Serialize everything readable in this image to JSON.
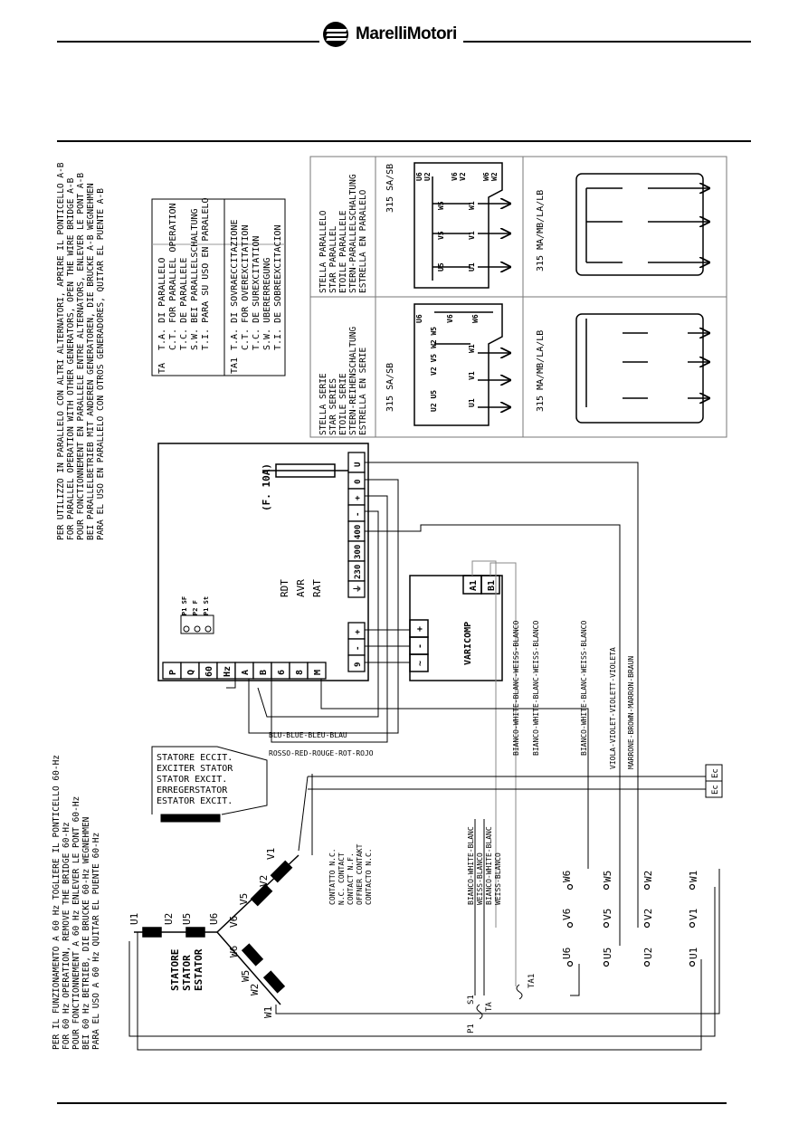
{
  "header": {
    "brand": "MarelliMotori"
  },
  "notes": {
    "parallel_note": [
      "PER UTILIZZO IN PARALLELO CON ALTRI ALTERNATORI, APRIRE IL PONTICELLO A-B",
      "FOR PARALLEL OPERATION WITH OTHER GENERATORS, OPEN THE WIRE BRIDGE A-B",
      "POUR FONCTIONNEMENT EN PARALLELE ENTRE ALTERNATORS, ENLEVER LE PONT A-B",
      "BEI PARALLELBETRIEB MIT ANDEREN GENERATOREN, DIE BRUCKE A-B WEGNEHMEN",
      "PARA EL USO EN PARALLELO CON OTROS GENERADORES, QUITAR EL PUENTE A-B"
    ],
    "hz60_note": [
      "PER IL FUNZIONAMENTO A 60 Hz TOGLIERE IL PONTICELLO 60-Hz",
      "FOR 60 Hz OPERATION, REMOVE THE BRIDGE 60-Hz",
      "POUR FONCTIONNEMENT A 60 Hz ENLEVER LE PONT 60-Hz",
      "BEI 60 Hz BETRIEB, DIE BRUCKE 60-Hz WEGNEHMEN",
      "PARA EL USO A 60 Hz QUITAR EL PUENTE 60-Hz"
    ]
  },
  "legend": {
    "ta": {
      "code": "TA",
      "lines": [
        "T.A. DI PARALLELO",
        "C.T. FOR PARALLEL OPERATION",
        "T.C. DE PARALLELE",
        "S.W. BEI PARALLELSCHALTUNG",
        "T.I. PARA SU USO EN PARALELO"
      ]
    },
    "ta1": {
      "code": "TA1",
      "lines": [
        "T.A. DI SOVRAECCITAZIONE",
        "C.T. FOR OVEREXCITATION",
        "T.C. DE SUREXCITATION",
        "S.W. UBERERREGUNG",
        "T.I. DE SOBREEXCITACION"
      ]
    }
  },
  "connection_tables": {
    "star_series": {
      "title": [
        "STELLA SERIE",
        "STAR SERIES",
        "ETOILE SERIE",
        "STERN-REIHENSCHALTUNG",
        "ESTRELLA EN SERIE"
      ]
    },
    "star_parallel": {
      "title": [
        "STELLA PARALLELO",
        "STAR PARALLEL",
        "ETOILE PARALLELE",
        "STERN-PARALLELSCHALTUNG",
        "ESTRELLA EN PARALELO"
      ]
    },
    "frame_315": {
      "series": "315 SA/SB",
      "parallel": "315 SA/SB"
    },
    "frame_large": {
      "series": "315 MA/MB/LA/LB",
      "parallel": "315 MA/MB/LA/LB"
    },
    "terminals": {
      "top": [
        "U6",
        "U2",
        "V6",
        "V2",
        "W6",
        "W2"
      ],
      "row1": [
        "U2 U5",
        "V2 V5",
        "W2 W5"
      ],
      "row2": [
        "U1",
        "V1",
        "W1"
      ],
      "mid": [
        "W5",
        "V5",
        "U5"
      ]
    }
  },
  "regulator": {
    "labels": [
      "RDT",
      "AVR",
      "RAT"
    ],
    "fuse": "(F. 10A)",
    "bottom_terminals": [
      "P",
      "Q",
      "60",
      "Hz",
      "A",
      "B",
      "6",
      "8",
      "M"
    ],
    "top_terminals": [
      "U",
      "0",
      "+",
      "-",
      "400",
      "300",
      "230",
      "⏚"
    ],
    "input_terminals": [
      "+",
      "-",
      "9"
    ],
    "jumpers": [
      "P1 SF",
      "P2 F",
      "P1 St"
    ]
  },
  "varicomp": {
    "name": "VARICOMP",
    "terminals_left": [
      "+",
      "-",
      "~"
    ],
    "terminals_right": [
      "A1",
      "B1"
    ]
  },
  "wires": {
    "blue": "BLU-BLUE-BLEU-BLAU",
    "red": "ROSSO-RED-ROUGE-ROT-ROJO",
    "white1": "BIANCO-WHITE-BLANC-WEISS-BLANCO",
    "white2": "BIANCO-WHITE-BLANC-WEISS-BLANCO",
    "white3": "BIANCO-WHITE-BLANC-WEISS-BLANCO",
    "violet": "VIOLA-VIOLET-VIOLETT-VIOLETA",
    "brown": "MARRONE-BROWN-MARRON-BRAUN",
    "white_pair": [
      "BIANCO-WHITE-BLANC",
      "WEISS-BLANCO",
      "BIANCO-WHITE-BLANC",
      "WEISS-BLANCO"
    ]
  },
  "exciter_stator": [
    "STATORE ECCIT.",
    "EXCITER STATOR",
    "STATOR EXCIT.",
    "ERREGERSTATOR",
    "ESTATOR EXCIT."
  ],
  "contact_nc": [
    "CONTATTO N.C.",
    "N.C. CONTACT",
    "CONTACT N.F.",
    "OFFNER CONTAKT",
    "CONTACTO N.C."
  ],
  "stator": {
    "labels": [
      "STATORE",
      "STATOR",
      "ESTATOR"
    ],
    "coils": [
      "U1",
      "U2",
      "U5",
      "U6",
      "V1",
      "V2",
      "V5",
      "V6",
      "W1",
      "W2",
      "W5",
      "W6"
    ]
  },
  "exciter_terminals": [
    "Ec",
    "Ec"
  ],
  "ct": {
    "ta": "TA",
    "ta1": "TA1",
    "p1": "P1",
    "s1": "S1"
  },
  "output_terminals": {
    "row_w": [
      "W6",
      "W5",
      "W2",
      "W1"
    ],
    "row_v": [
      "V6",
      "V5",
      "V2",
      "V1"
    ],
    "row_u": [
      "U6",
      "U5",
      "U2",
      "U1"
    ]
  }
}
